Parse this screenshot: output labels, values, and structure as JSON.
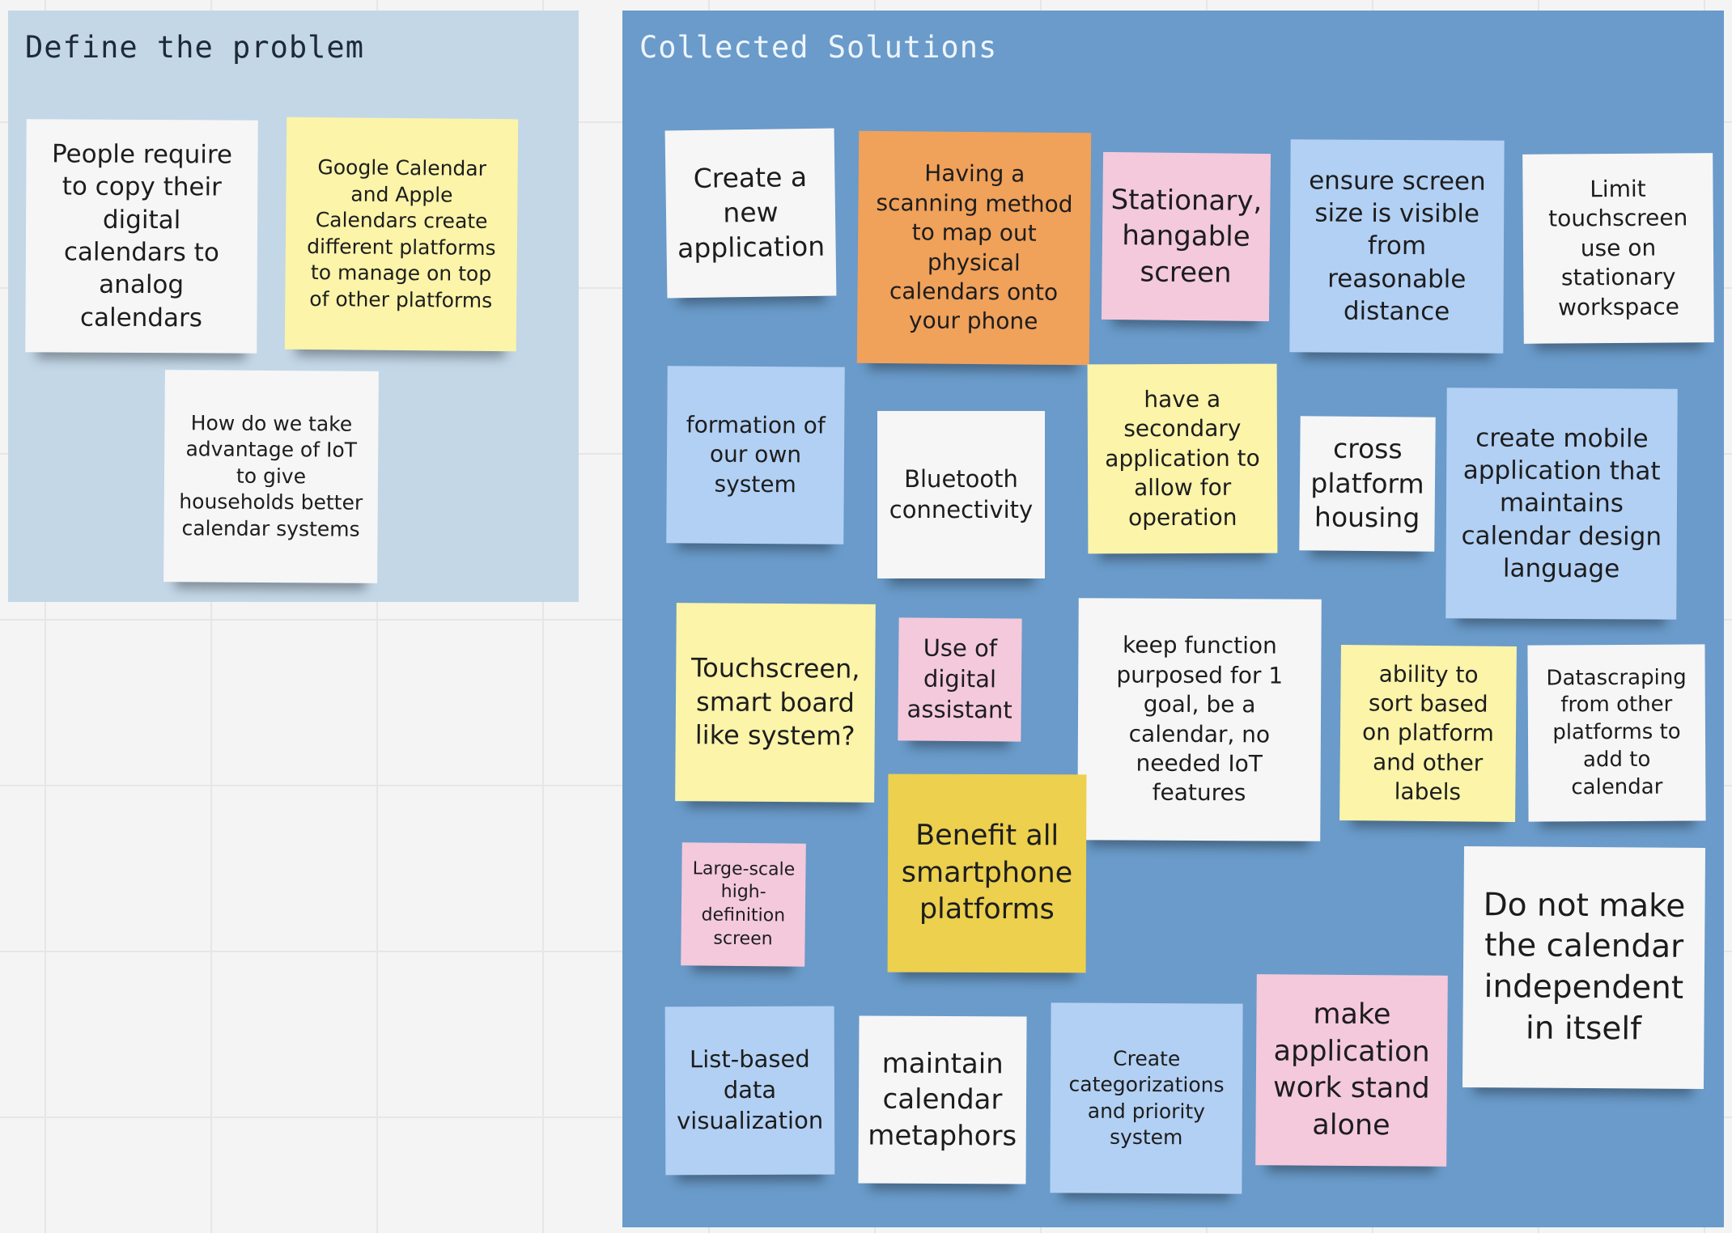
{
  "frames": {
    "problem": {
      "title": "Define the problem"
    },
    "solutions": {
      "title": "Collected Solutions"
    }
  },
  "colors": {
    "problem_frame": "#c3d7e7",
    "solutions_frame": "#6a9bca",
    "sticky_white": "#f6f6f7",
    "sticky_yellow": "#fbf4a9",
    "sticky_blue": "#b2d0f4",
    "sticky_pink": "#f4c9dc",
    "sticky_orange": "#f0a15a",
    "sticky_gold": "#ecd04e"
  },
  "problem_notes": [
    "People require to copy their digital calendars to analog calendars",
    "Google Calendar and Apple Calendars create different platforms to manage on top of other platforms",
    "How do we take advantage of IoT to give households better calendar systems"
  ],
  "solution_notes": [
    "Create a new application",
    "Having a scanning method to map out physical calendars onto your phone",
    "Stationary, hangable screen",
    "ensure screen size is visible from reasonable distance",
    "Limit touchscreen use on stationary workspace",
    "formation of our own system",
    "Bluetooth connectivity",
    "have a secondary application to allow for operation",
    "cross platform housing",
    "create mobile application that maintains calendar design language",
    "Touchscreen, smart board like system?",
    "Use of digital assistant",
    "keep function purposed for 1 goal, be a calendar, no needed IoT features",
    "ability to sort based on platform and other labels",
    "Datascraping from other platforms to add to calendar",
    "Large-scale high-definition screen",
    "Benefit all smartphone platforms",
    "Do not make the calendar independent in itself",
    "List-based data visualization",
    "maintain calendar metaphors",
    "Create categorizations and priority system",
    "make application work stand alone"
  ]
}
